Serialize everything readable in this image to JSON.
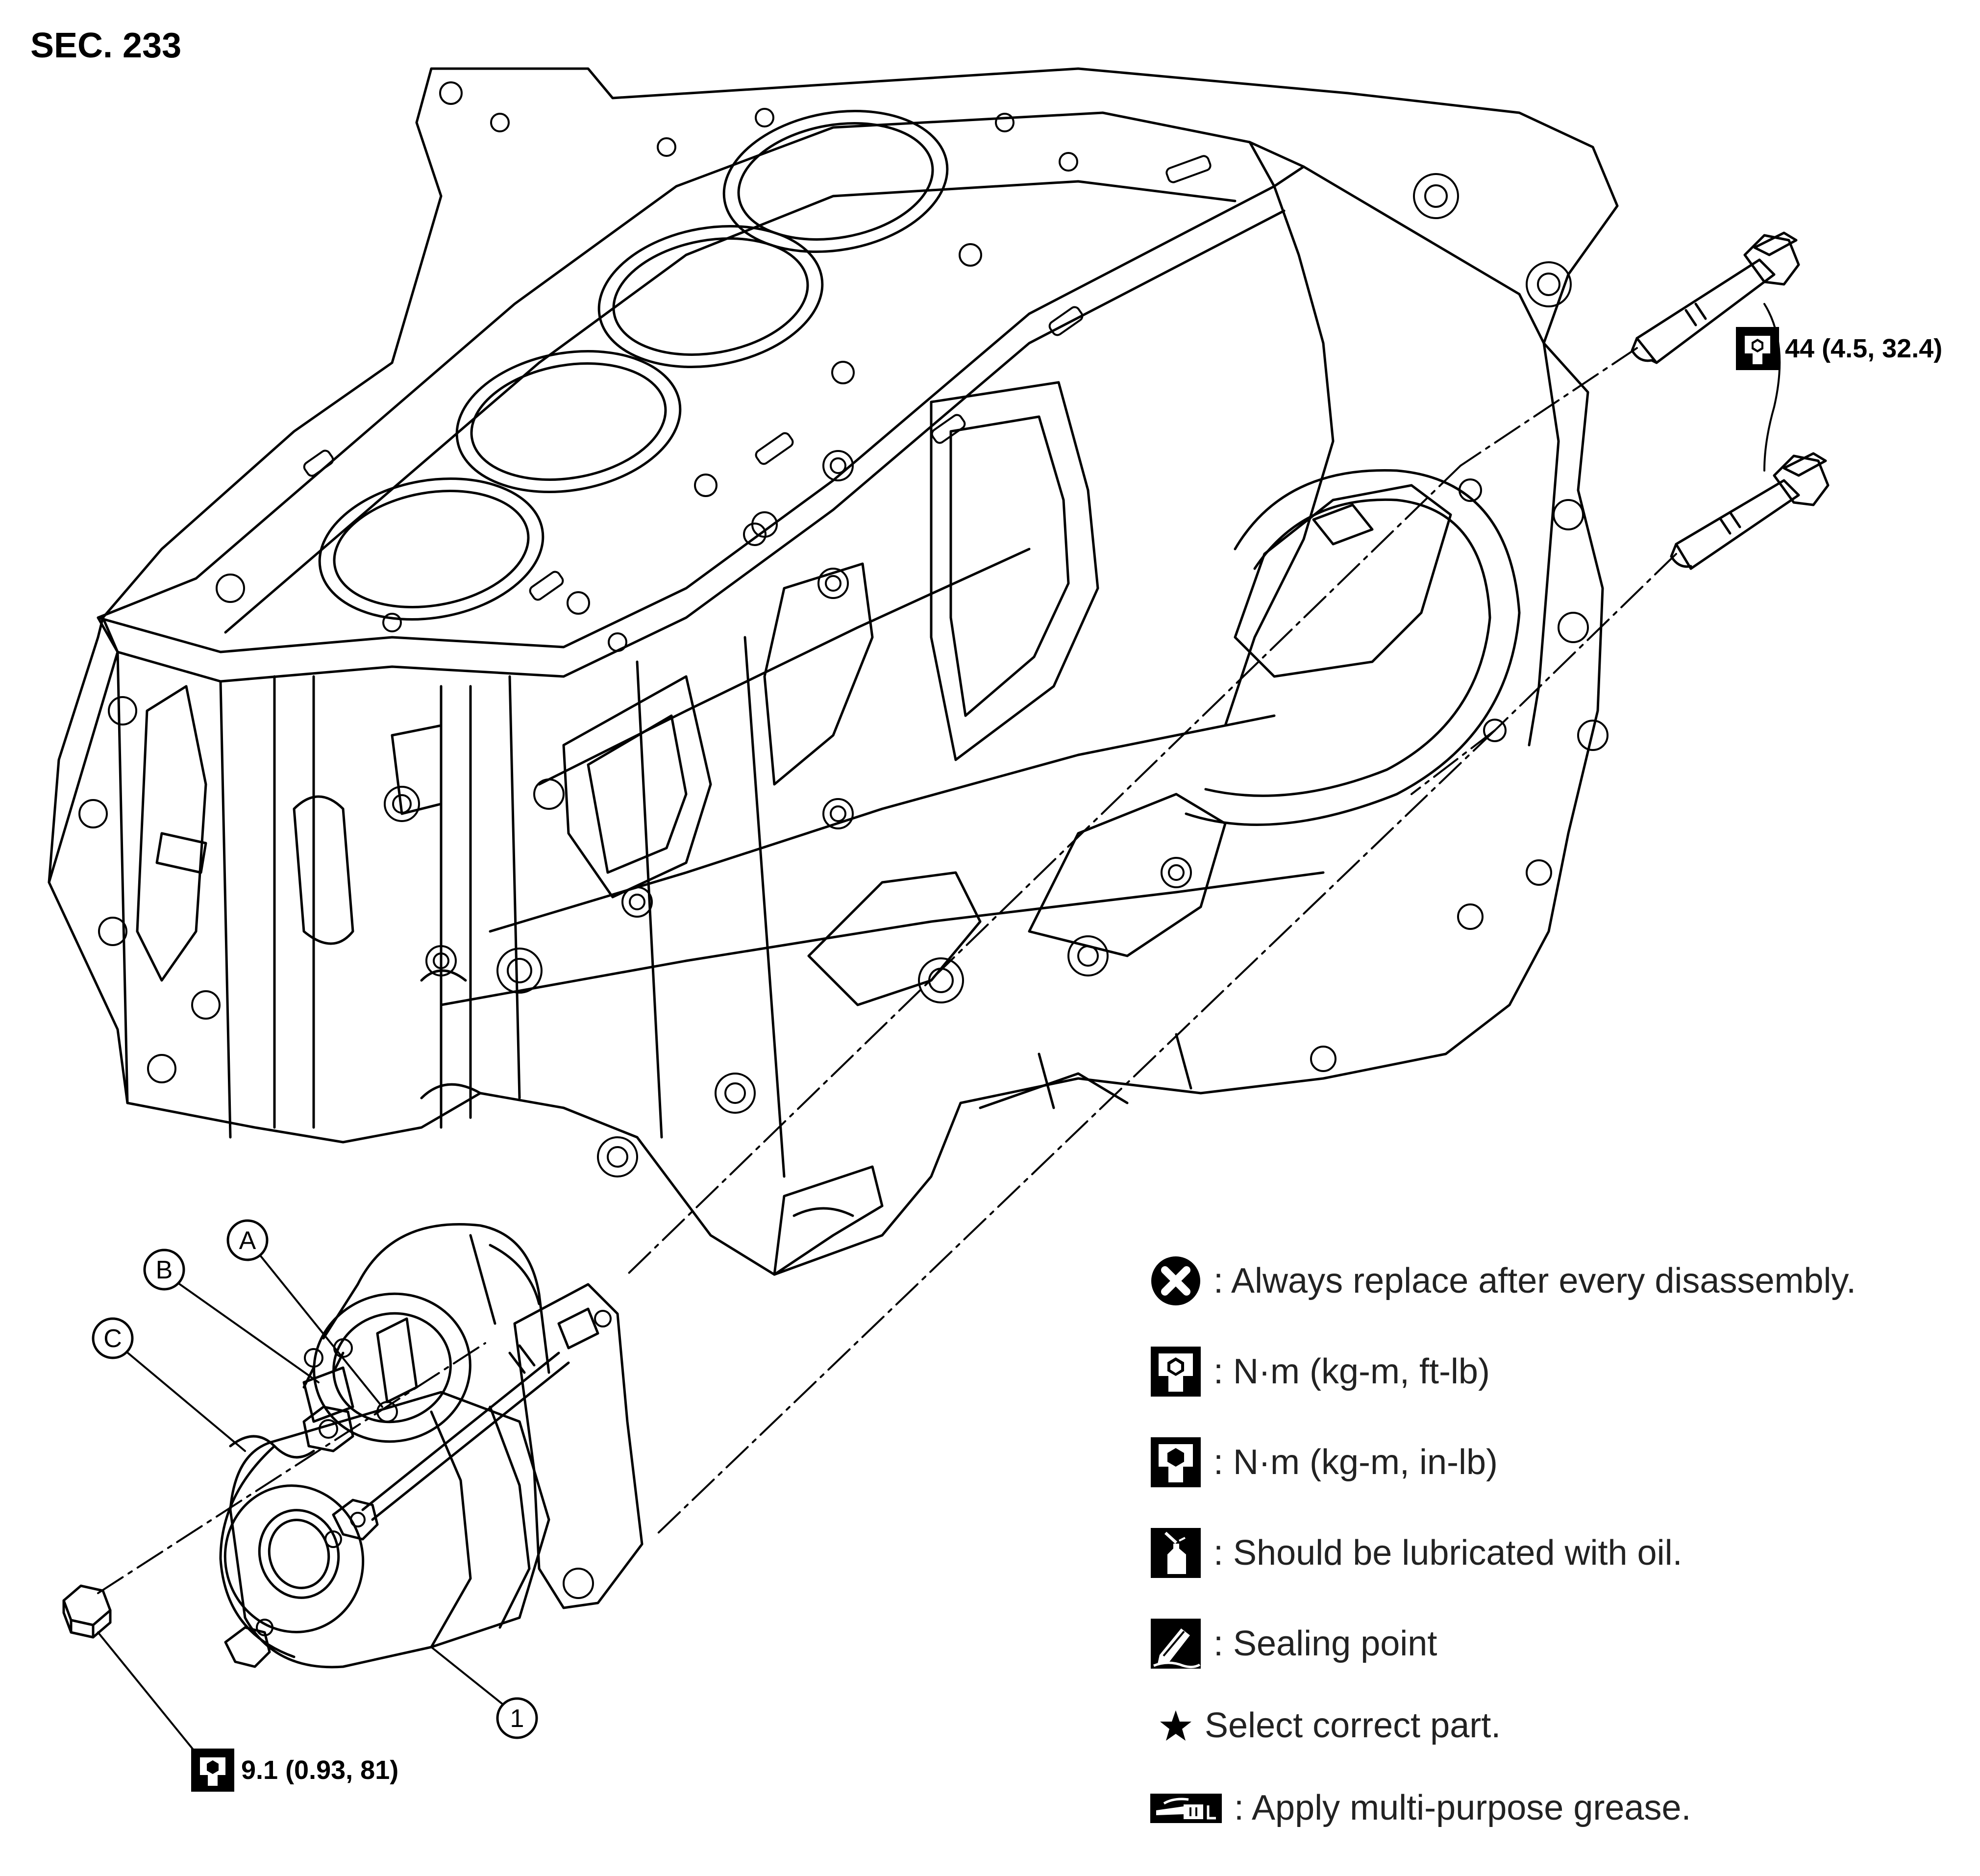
{
  "section": "SEC. 233",
  "torques": {
    "upper_bolts": "44 (4.5, 32.4)",
    "lower_nut": "9.1 (0.93, 81)"
  },
  "callouts": {
    "a": "A",
    "b": "B",
    "c": "C",
    "one": "1"
  },
  "legend": [
    {
      "icon": "always-replace-icon",
      "text": ": Always replace after every disassembly."
    },
    {
      "icon": "torque-ftlb-icon",
      "text": ": N·m (kg-m, ft-lb)"
    },
    {
      "icon": "torque-inlb-icon",
      "text": ": N·m (kg-m, in-lb)"
    },
    {
      "icon": "oil-can-icon",
      "text": ": Should be lubricated with oil."
    },
    {
      "icon": "sealing-point-icon",
      "text": ": Sealing point"
    },
    {
      "icon": "star-icon",
      "text": "Select correct part."
    },
    {
      "icon": "grease-gun-icon",
      "text": ": Apply multi-purpose grease."
    }
  ]
}
